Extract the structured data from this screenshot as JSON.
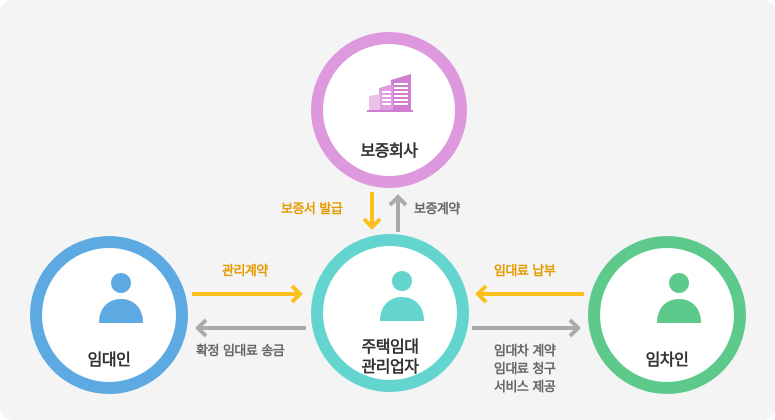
{
  "nodes": {
    "guarantee_company": "보증회사",
    "landlord": "임대인",
    "manager_line1": "주택임대",
    "manager_line2": "관리업자",
    "tenant": "임차인"
  },
  "flows": {
    "bond_issue": "보증서 발급",
    "guarantee_contract": "보증계약",
    "management_contract": "관리계약",
    "rent_payment": "임대료 납부",
    "fixed_rent_transfer": "확정 임대료 송금",
    "tenant_services": [
      "임대차 계약",
      "임대료 청구",
      "서비스 제공"
    ]
  },
  "colors": {
    "guarantee_ring": "#de98de",
    "landlord_ring": "#5daae2",
    "manager_ring": "#63d4ce",
    "tenant_ring": "#5dc98a",
    "arrow_yellow": "#fbbf1c",
    "arrow_gray": "#aaaaaa"
  },
  "icons": {
    "guarantee_company": "building-icon",
    "landlord": "person-icon",
    "manager": "person-icon",
    "tenant": "person-icon"
  }
}
